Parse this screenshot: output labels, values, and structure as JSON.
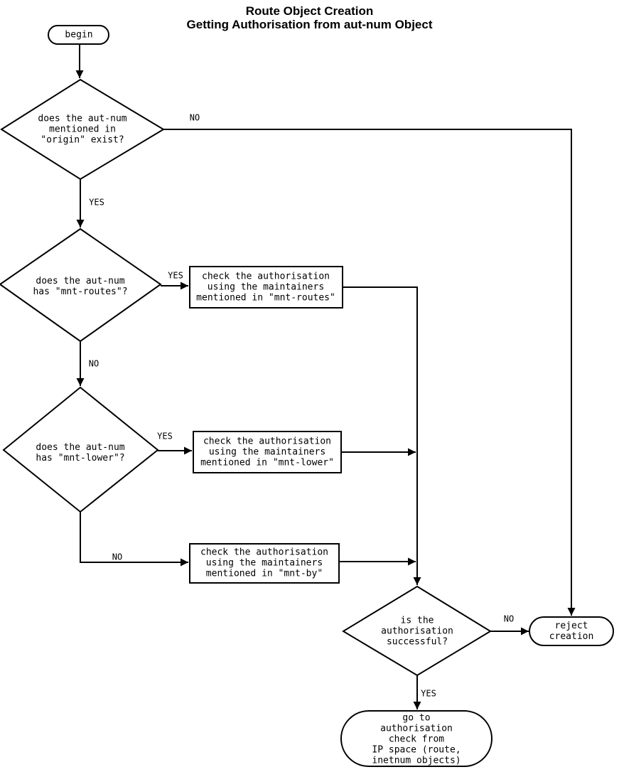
{
  "title": "Route Object Creation\nGetting Authorisation from aut-num Object",
  "nodes": {
    "begin": {
      "label": "begin",
      "type": "terminal"
    },
    "origin_exists": {
      "label": "does the aut-num\nmentioned in\n\"origin\" exist?",
      "type": "decision"
    },
    "has_mnt_routes": {
      "label": "does the aut-num\nhas \"mnt-routes\"?",
      "type": "decision"
    },
    "check_mnt_routes": {
      "label": "check the authorisation\nusing the maintainers\nmentioned in \"mnt-routes\"",
      "type": "process"
    },
    "has_mnt_lower": {
      "label": "does the aut-num\nhas \"mnt-lower\"?",
      "type": "decision"
    },
    "check_mnt_lower": {
      "label": "check the authorisation\nusing the maintainers\nmentioned in \"mnt-lower\"",
      "type": "process"
    },
    "check_mnt_by": {
      "label": "check the authorisation\nusing the maintainers\nmentioned in \"mnt-by\"",
      "type": "process"
    },
    "auth_successful": {
      "label": "is the\nauthorisation\nsuccessful?",
      "type": "decision"
    },
    "reject_creation": {
      "label": "reject\ncreation",
      "type": "terminal"
    },
    "goto_ip_space": {
      "label": "go to\nauthorisation\ncheck from\nIP space (route,\ninetnum objects)",
      "type": "terminal"
    }
  },
  "edge_labels": {
    "origin_no": "NO",
    "origin_yes": "YES",
    "mnt_routes_yes": "YES",
    "mnt_routes_no": "NO",
    "mnt_lower_yes": "YES",
    "mnt_lower_no": "NO",
    "auth_no": "NO",
    "auth_yes": "YES"
  },
  "colors": {
    "line": "#000000",
    "text": "#000000",
    "background": "#ffffff"
  }
}
